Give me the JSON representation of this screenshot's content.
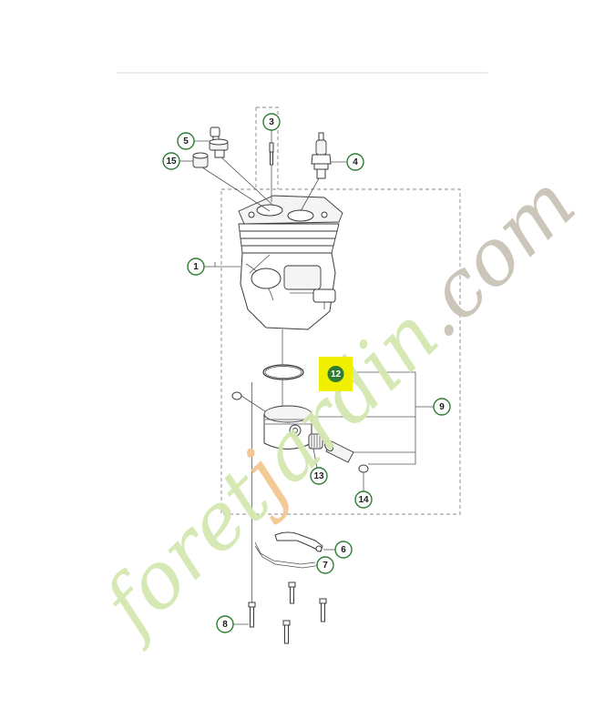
{
  "watermark": {
    "text": "foretjardin.com",
    "color_light": "#d4e8b0",
    "color_orange": "#f3c890",
    "color_gray": "#c9c3b6"
  },
  "colors": {
    "callout_border": "#2e7d32",
    "highlight_fill": "#f0f000",
    "highlight_badge": "#2e7d32",
    "line": "#3a3a3a"
  },
  "callouts": [
    {
      "id": "1",
      "label": "1"
    },
    {
      "id": "3",
      "label": "3"
    },
    {
      "id": "4",
      "label": "4"
    },
    {
      "id": "5",
      "label": "5"
    },
    {
      "id": "6",
      "label": "6"
    },
    {
      "id": "7",
      "label": "7"
    },
    {
      "id": "8",
      "label": "8"
    },
    {
      "id": "9",
      "label": "9"
    },
    {
      "id": "12",
      "label": "12",
      "highlighted": true
    },
    {
      "id": "13",
      "label": "13"
    },
    {
      "id": "14",
      "label": "14"
    },
    {
      "id": "15",
      "label": "15"
    }
  ]
}
